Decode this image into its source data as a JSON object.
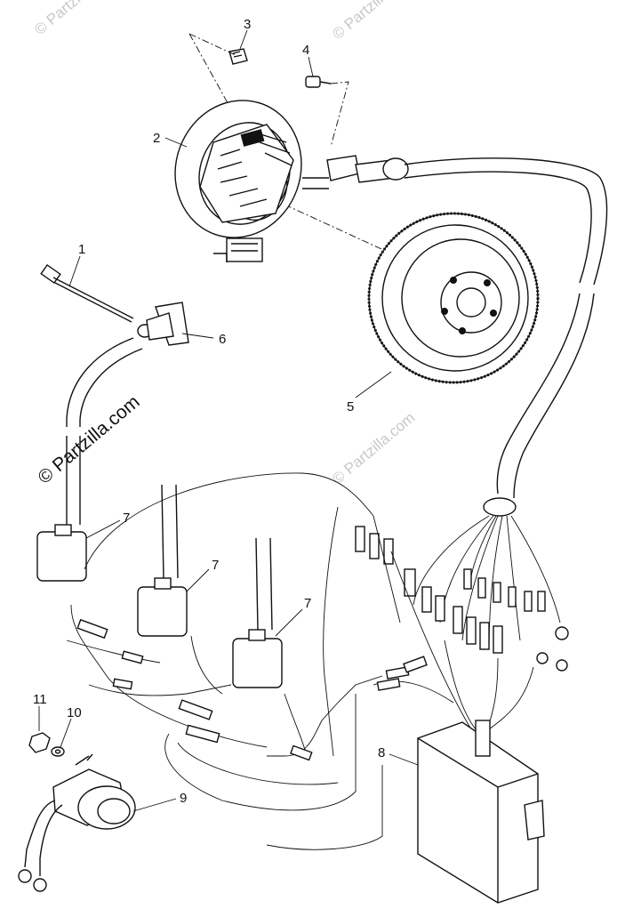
{
  "watermark": {
    "text": "© Partzilla.com",
    "color": "#c8c8c8"
  },
  "callouts": [
    {
      "id": "1",
      "label": "1"
    },
    {
      "id": "2",
      "label": "2"
    },
    {
      "id": "3",
      "label": "3"
    },
    {
      "id": "4",
      "label": "4"
    },
    {
      "id": "5",
      "label": "5"
    },
    {
      "id": "6",
      "label": "6"
    },
    {
      "id": "7a",
      "label": "7"
    },
    {
      "id": "7b",
      "label": "7"
    },
    {
      "id": "7c",
      "label": "7"
    },
    {
      "id": "8",
      "label": "8"
    },
    {
      "id": "9",
      "label": "9"
    },
    {
      "id": "10",
      "label": "10"
    },
    {
      "id": "11",
      "label": "11"
    }
  ]
}
